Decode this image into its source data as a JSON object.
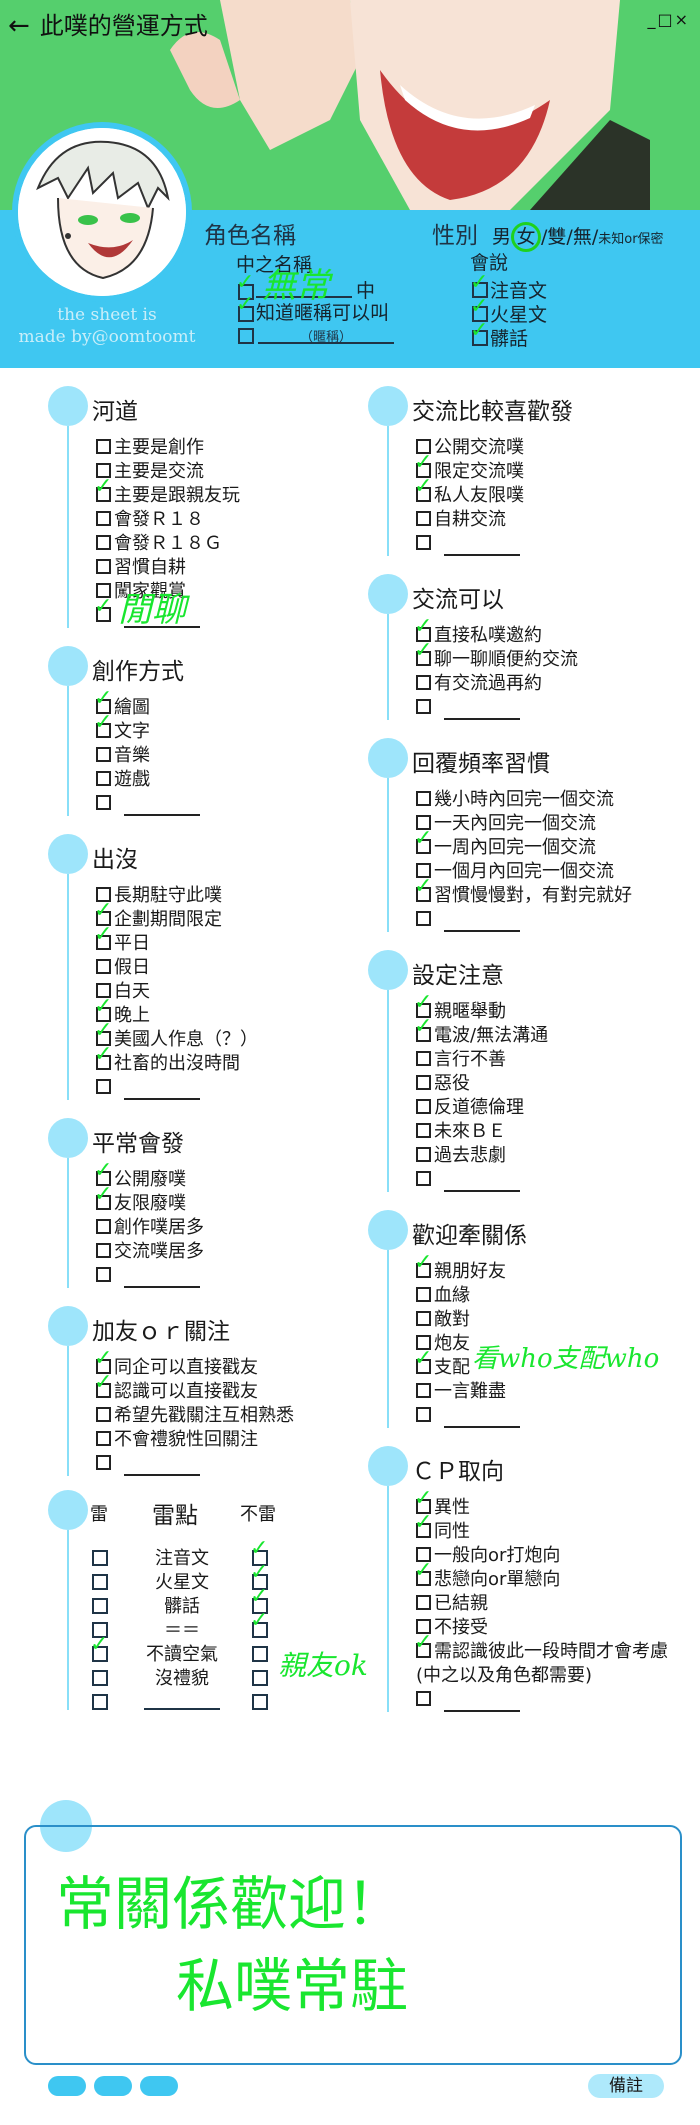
{
  "header": {
    "back_icon": "←",
    "title": "此噗的營運方式",
    "window_controls": "_□×",
    "credit_line1": "the sheet is",
    "credit_line2": "made by@oomtoomt",
    "role_name_label": "角色名稱",
    "gender_label": "性別",
    "gender_options_male": "男",
    "gender_selected": "女",
    "gender_options_rest": "/雙/無/",
    "gender_unknown": "未知or保密",
    "cn_name_label": "中之名稱",
    "cn_name_value": "無常",
    "cn_name_suffix": "中",
    "nickname_option": "知道暱稱可以叫",
    "nickname_hint": "（暱稱）",
    "speaks_label": "會說",
    "speaks_options": [
      "注音文",
      "火星文",
      "髒話"
    ]
  },
  "left_sections": [
    {
      "title": "河道",
      "options": [
        {
          "label": "主要是創作",
          "checked": false
        },
        {
          "label": "主要是交流",
          "checked": false
        },
        {
          "label": "主要是跟親友玩",
          "checked": true
        },
        {
          "label": "會發Ｒ１８",
          "checked": false
        },
        {
          "label": "會發Ｒ１８Ｇ",
          "checked": false
        },
        {
          "label": "習慣自耕",
          "checked": false
        },
        {
          "label": "闖家觀賞",
          "checked": false
        },
        {
          "label": "",
          "checked": true,
          "blank": true
        }
      ],
      "note": "閒聊"
    },
    {
      "title": "創作方式",
      "options": [
        {
          "label": "繪圖",
          "checked": true
        },
        {
          "label": "文字",
          "checked": true
        },
        {
          "label": "音樂",
          "checked": false
        },
        {
          "label": "遊戲",
          "checked": false
        },
        {
          "label": "",
          "checked": false,
          "blank": true
        }
      ]
    },
    {
      "title": "出沒",
      "options": [
        {
          "label": "長期駐守此噗",
          "checked": false
        },
        {
          "label": "企劃期間限定",
          "checked": true
        },
        {
          "label": "平日",
          "checked": true
        },
        {
          "label": "假日",
          "checked": false
        },
        {
          "label": "白天",
          "checked": false
        },
        {
          "label": "晚上",
          "checked": true
        },
        {
          "label": "美國人作息（？）",
          "checked": true
        },
        {
          "label": "社畜的出沒時間",
          "checked": true
        },
        {
          "label": "",
          "checked": false,
          "blank": true
        }
      ]
    },
    {
      "title": "平常會發",
      "options": [
        {
          "label": "公開廢噗",
          "checked": true
        },
        {
          "label": "友限廢噗",
          "checked": true
        },
        {
          "label": "創作噗居多",
          "checked": false
        },
        {
          "label": "交流噗居多",
          "checked": false
        },
        {
          "label": "",
          "checked": false,
          "blank": true
        }
      ]
    },
    {
      "title": "加友ｏｒ關注",
      "options": [
        {
          "label": "同企可以直接戳友",
          "checked": true
        },
        {
          "label": "認識可以直接戳友",
          "checked": true
        },
        {
          "label": "希望先戳關注互相熟悉",
          "checked": false
        },
        {
          "label": "不會禮貌性回關注",
          "checked": false
        },
        {
          "label": "",
          "checked": false,
          "blank": true
        }
      ]
    }
  ],
  "thunder": {
    "left_head": "雷",
    "title": "雷點",
    "right_head": "不雷",
    "rows": [
      {
        "label": "注音文",
        "thunder": false,
        "ok": true
      },
      {
        "label": "火星文",
        "thunder": false,
        "ok": true
      },
      {
        "label": "髒話",
        "thunder": false,
        "ok": true
      },
      {
        "label": "＝＝",
        "thunder": false,
        "ok": true
      },
      {
        "label": "不讀空氣",
        "thunder": true,
        "ok": false
      },
      {
        "label": "沒禮貌",
        "thunder": false,
        "ok": false
      },
      {
        "label": "",
        "thunder": false,
        "ok": false,
        "blank": true
      }
    ],
    "note": "親友ok"
  },
  "right_sections": [
    {
      "title": "交流比較喜歡發",
      "options": [
        {
          "label": "公開交流噗",
          "checked": false
        },
        {
          "label": "限定交流噗",
          "checked": true
        },
        {
          "label": "私人友限噗",
          "checked": true
        },
        {
          "label": "自耕交流",
          "checked": false
        },
        {
          "label": "",
          "checked": false,
          "blank": true
        }
      ]
    },
    {
      "title": "交流可以",
      "options": [
        {
          "label": "直接私噗邀約",
          "checked": true
        },
        {
          "label": "聊一聊順便約交流",
          "checked": true
        },
        {
          "label": "有交流過再約",
          "checked": false
        },
        {
          "label": "",
          "checked": false,
          "blank": true
        }
      ]
    },
    {
      "title": "回覆頻率習慣",
      "options": [
        {
          "label": "幾小時內回完一個交流",
          "checked": false
        },
        {
          "label": "一天內回完一個交流",
          "checked": false
        },
        {
          "label": "一周內回完一個交流",
          "checked": true
        },
        {
          "label": "一個月內回完一個交流",
          "checked": false
        },
        {
          "label": "習慣慢慢對，有對完就好",
          "checked": true
        },
        {
          "label": "",
          "checked": false,
          "blank": true
        }
      ]
    },
    {
      "title": "設定注意",
      "options": [
        {
          "label": "親暱舉動",
          "checked": true
        },
        {
          "label": "電波/無法溝通",
          "checked": true
        },
        {
          "label": "言行不善",
          "checked": false
        },
        {
          "label": "惡役",
          "checked": false
        },
        {
          "label": "反道德倫理",
          "checked": false
        },
        {
          "label": "未來ＢＥ",
          "checked": false
        },
        {
          "label": "過去悲劇",
          "checked": false
        },
        {
          "label": "",
          "checked": false,
          "blank": true
        }
      ]
    },
    {
      "title": "歡迎牽關係",
      "options": [
        {
          "label": "親朋好友",
          "checked": true
        },
        {
          "label": "血緣",
          "checked": false
        },
        {
          "label": "敵對",
          "checked": false
        },
        {
          "label": "炮友",
          "checked": false
        },
        {
          "label": "支配",
          "checked": true
        },
        {
          "label": "一言難盡",
          "checked": false
        },
        {
          "label": "",
          "checked": false,
          "blank": true
        }
      ],
      "note": "看who支配who"
    },
    {
      "title": "ＣＰ取向",
      "options": [
        {
          "label": "異性",
          "checked": true
        },
        {
          "label": "同性",
          "checked": true
        },
        {
          "label": "一般向or打炮向",
          "checked": false
        },
        {
          "label": "悲戀向or單戀向",
          "checked": true
        },
        {
          "label": "已結親",
          "checked": false
        },
        {
          "label": "不接受",
          "checked": false
        },
        {
          "label": "需認識彼此一段時間才會考慮",
          "checked": true
        },
        {
          "label": "(中之以及角色都需要)",
          "checked": false,
          "plain": true
        },
        {
          "label": "",
          "checked": false,
          "blank": true
        }
      ]
    }
  ],
  "memo": {
    "line1": "常關係歡迎！",
    "line2": "私噗常駐"
  },
  "footer": {
    "note_button": "備註"
  },
  "colors": {
    "green": "#55cf6d",
    "blue": "#3fc7f1",
    "bubble": "#9ee5fb",
    "handwriting": "#19e62f"
  }
}
